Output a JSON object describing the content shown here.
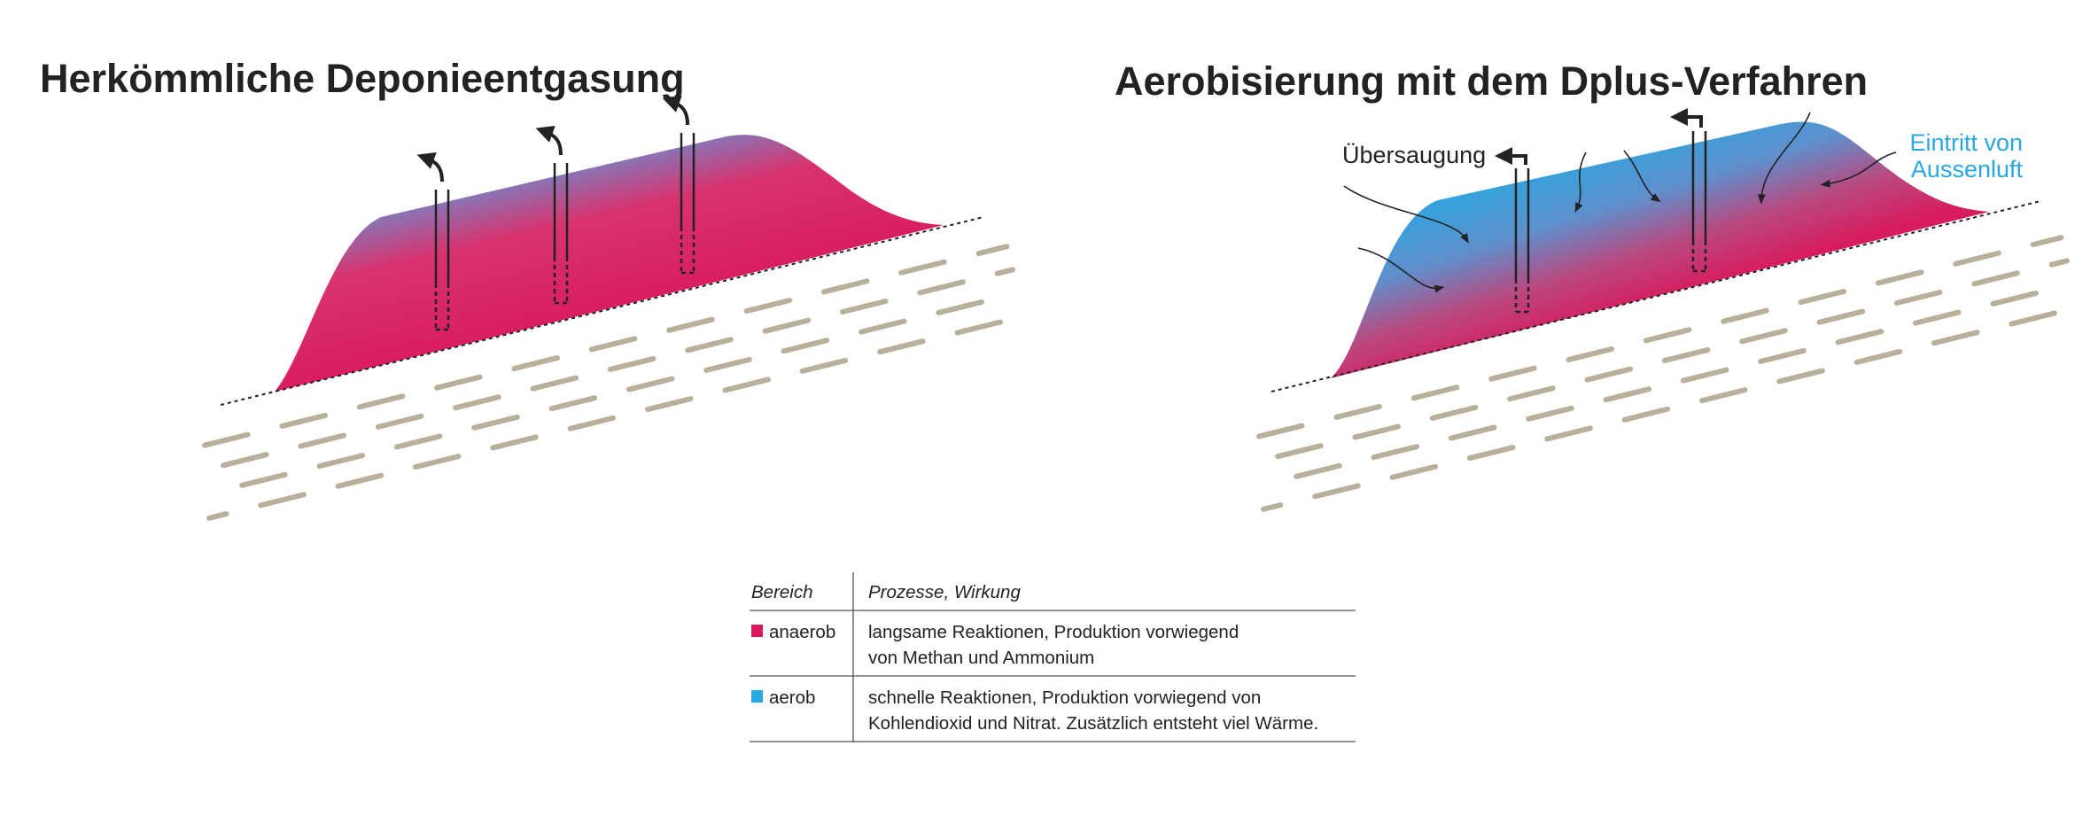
{
  "colors": {
    "anaerob": "#d81b5e",
    "aerob": "#29a8e0",
    "ground": "#b8b09a",
    "text": "#222222"
  },
  "left_diagram": {
    "title": "Herkömmliche Deponieentgasung"
  },
  "right_diagram": {
    "title": "Aerobisierung mit dem Dplus-Verfahren",
    "label_oversuction": "Übersaugung",
    "label_air_line1": "Eintritt von",
    "label_air_line2": "Aussenluft"
  },
  "legend_table": {
    "headers": [
      "Bereich",
      "Prozesse, Wirkung"
    ],
    "rows": [
      {
        "area": "anaerob",
        "line1": "langsame Reaktionen, Produktion vorwiegend",
        "line2": "von Methan und Ammonium"
      },
      {
        "area": "aerob",
        "line1": "schnelle Reaktionen, Produktion vorwiegend von",
        "line2": "Kohlendioxid und Nitrat. Zusätzlich entsteht viel Wärme."
      }
    ]
  }
}
